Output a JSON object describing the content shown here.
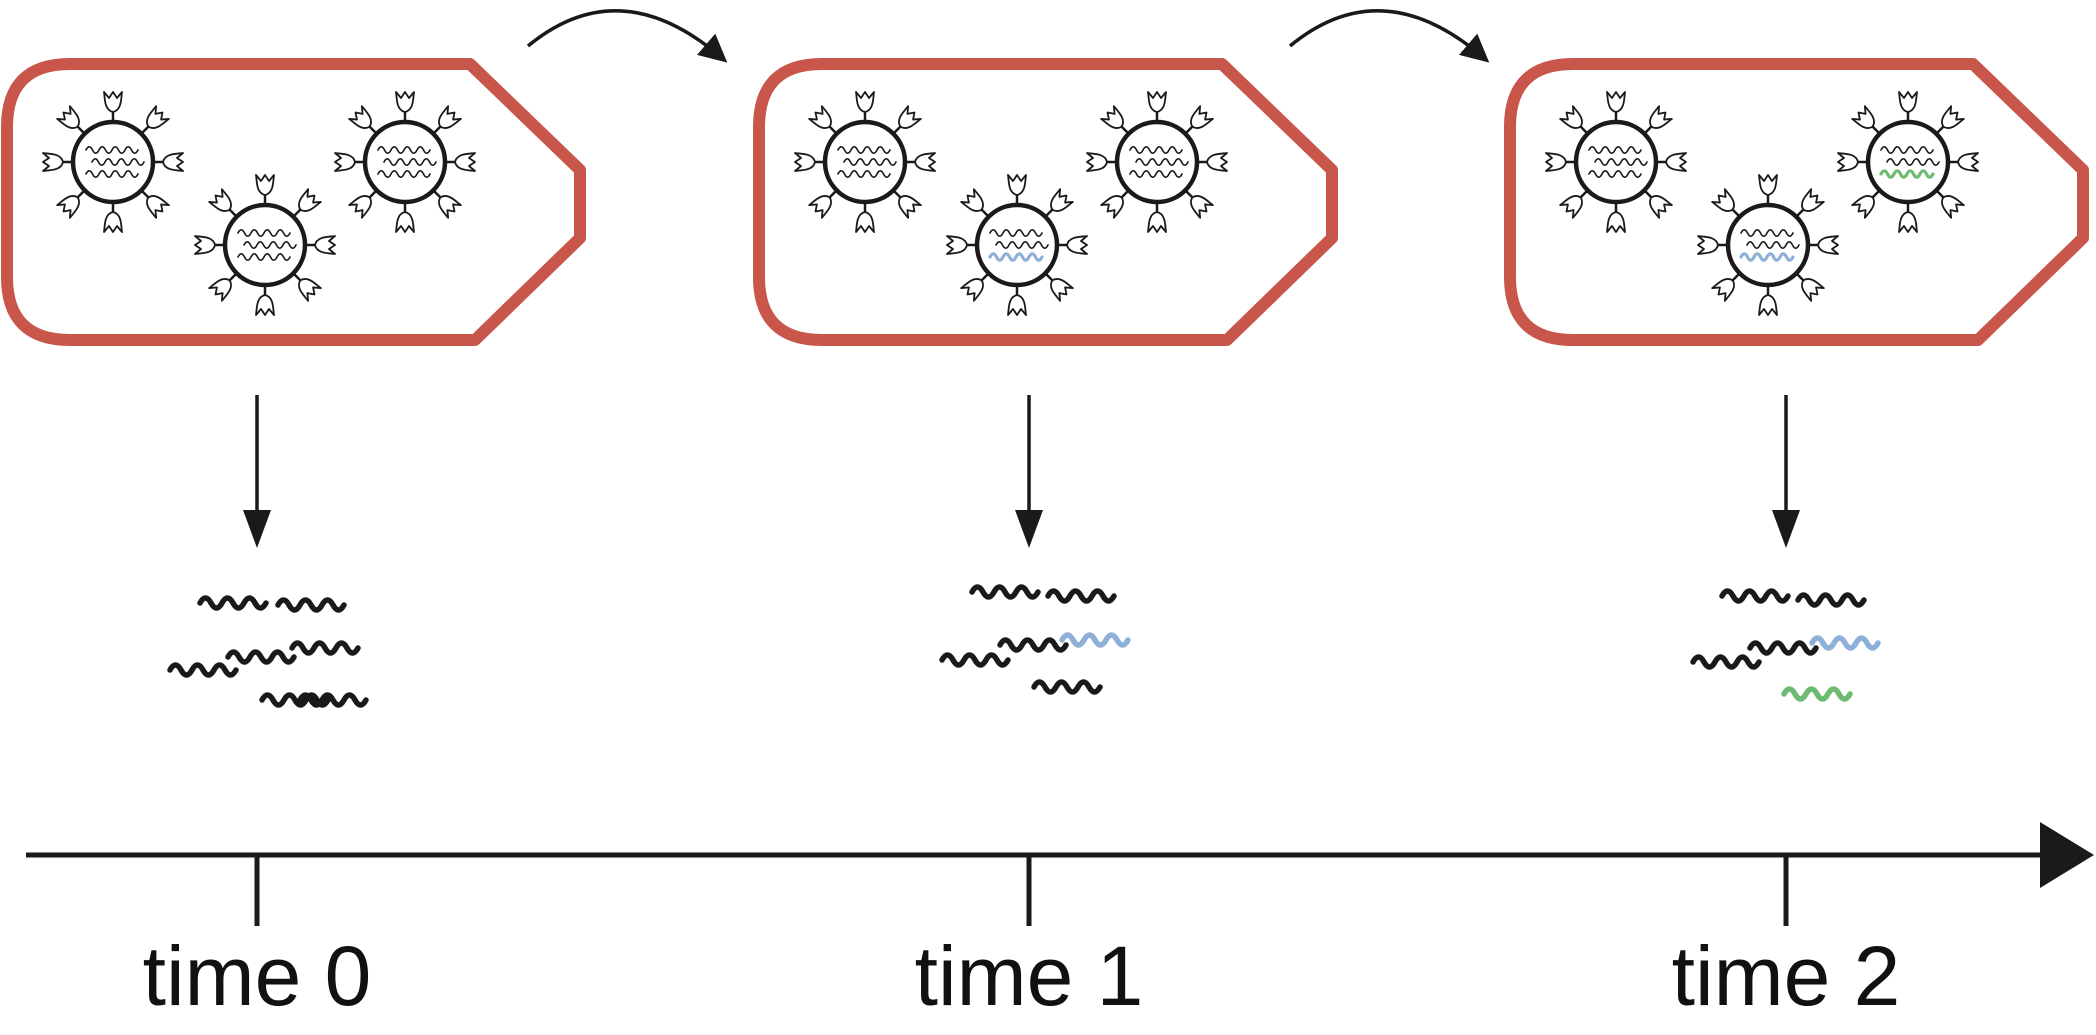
{
  "colors": {
    "container_outline": "#c8564a",
    "ink": "#1a1a1a",
    "variant_blue": "#8fb0d6",
    "variant_green": "#6dbb73"
  },
  "icons": [
    "virus-particle-icon",
    "rna-strand-icon",
    "curved-arrow-icon",
    "down-arrow-icon"
  ],
  "panels": [
    {
      "id": "t0",
      "virions": [
        [
          "black",
          "black",
          "black"
        ],
        [
          "black",
          "black",
          "black"
        ],
        [
          "black",
          "black",
          "black"
        ]
      ],
      "extracted_strands": [
        "black",
        "black",
        "black",
        "black",
        "black",
        "black",
        "black"
      ]
    },
    {
      "id": "t1",
      "virions": [
        [
          "black",
          "black",
          "black"
        ],
        [
          "black",
          "black",
          "blue"
        ],
        [
          "black",
          "black",
          "black"
        ]
      ],
      "extracted_strands": [
        "black",
        "black",
        "blue",
        "black",
        "black",
        "black"
      ]
    },
    {
      "id": "t2",
      "virions": [
        [
          "black",
          "black",
          "black"
        ],
        [
          "black",
          "black",
          "blue"
        ],
        [
          "black",
          "black",
          "green"
        ]
      ],
      "extracted_strands": [
        "black",
        "black",
        "blue",
        "black",
        "black",
        "green"
      ]
    }
  ],
  "timeline": {
    "labels": [
      "time 0",
      "time 1",
      "time 2"
    ]
  }
}
